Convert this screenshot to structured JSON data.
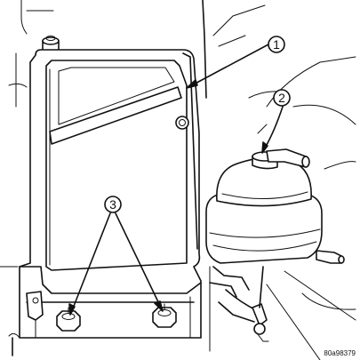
{
  "figure": {
    "id": "80a98379",
    "callouts": [
      {
        "number": "1",
        "target": "air-door-housing"
      },
      {
        "number": "2",
        "target": "vacuum-actuator"
      },
      {
        "number": "3",
        "target": "mounting-nuts"
      }
    ]
  }
}
